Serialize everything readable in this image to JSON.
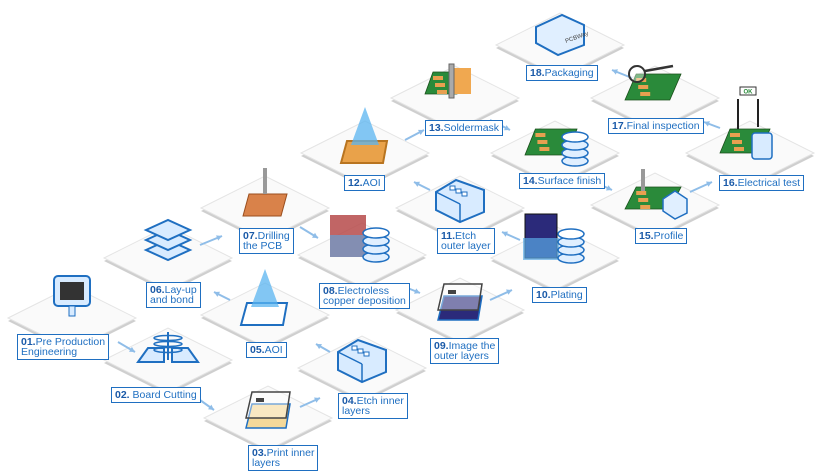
{
  "title": "PCB manufacturing process",
  "steps": [
    {
      "num": "01.",
      "label": "Pre Production",
      "label2": "Engineering"
    },
    {
      "num": "02.",
      "label": " Board Cutting",
      "label2": ""
    },
    {
      "num": "03.",
      "label": "Print inner",
      "label2": "layers"
    },
    {
      "num": "04.",
      "label": "Etch inner",
      "label2": "layers"
    },
    {
      "num": "05.",
      "label": "AOI",
      "label2": ""
    },
    {
      "num": "06.",
      "label": "Lay-up",
      "label2": "and bond"
    },
    {
      "num": "07.",
      "label": "Drilling",
      "label2": "the PCB"
    },
    {
      "num": "08.",
      "label": "Electroless",
      "label2": "copper deposition"
    },
    {
      "num": "09.",
      "label": "Image the",
      "label2": "outer layers"
    },
    {
      "num": "10.",
      "label": "Plating",
      "label2": ""
    },
    {
      "num": "11.",
      "label": "Etch",
      "label2": "outer layer"
    },
    {
      "num": "12.",
      "label": "AOI",
      "label2": ""
    },
    {
      "num": "13.",
      "label": "Soldermask",
      "label2": ""
    },
    {
      "num": "14.",
      "label": "Surface finish",
      "label2": ""
    },
    {
      "num": "15.",
      "label": "Profile",
      "label2": ""
    },
    {
      "num": "16.",
      "label": "Electrical test",
      "label2": ""
    },
    {
      "num": "17.",
      "label": "Final inspection",
      "label2": ""
    },
    {
      "num": "18.",
      "label": "Packaging",
      "label2": ""
    }
  ],
  "icon_text": {
    "ok": "OK",
    "brand": "PCBWay"
  },
  "colors": {
    "accent": "#1f6fc1",
    "arrow": "#8fbde8",
    "board_green": "#2a8a3a",
    "board_orange": "#e9a24a",
    "board_navy": "#2b2a7a"
  }
}
